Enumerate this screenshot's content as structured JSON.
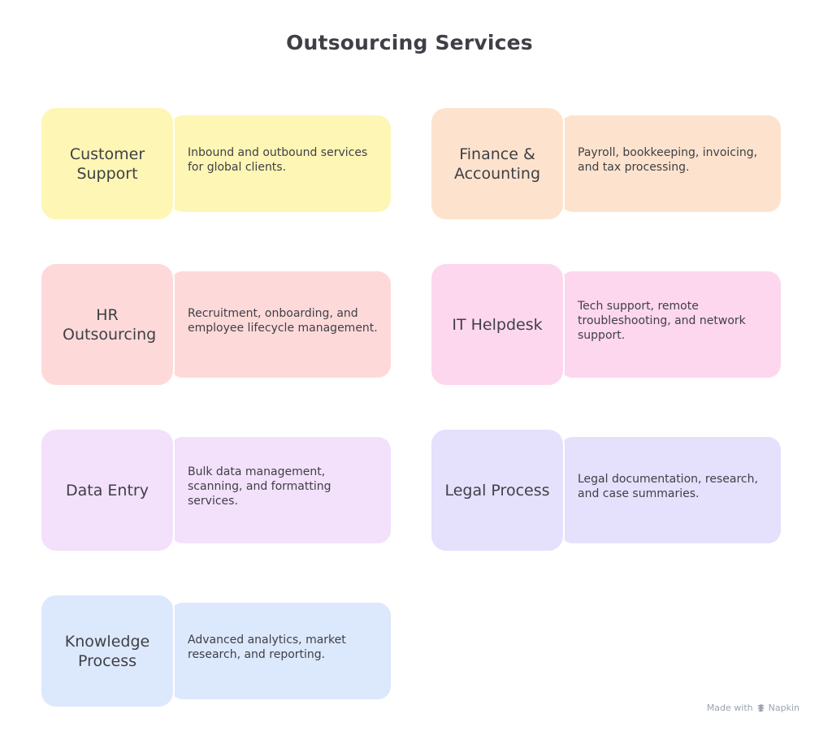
{
  "title": "Outsourcing Services",
  "services": [
    {
      "name": "Customer Support",
      "description": "Inbound and outbound services for global clients.",
      "color": "#fef6b5"
    },
    {
      "name": "Finance & Accounting",
      "description": "Payroll, bookkeeping, invoicing, and tax processing.",
      "color": "#fde3cd"
    },
    {
      "name": "HR Outsourcing",
      "description": "Recruitment, onboarding, and employee lifecycle management.",
      "color": "#fddad9"
    },
    {
      "name": "IT Helpdesk",
      "description": "Tech support, remote troubleshooting, and network support.",
      "color": "#fdd7ee"
    },
    {
      "name": "Data Entry",
      "description": "Bulk data management, scanning, and formatting services.",
      "color": "#f3e0fb"
    },
    {
      "name": "Legal Process",
      "description": "Legal documentation, research, and case summaries.",
      "color": "#e5e0fc"
    },
    {
      "name": "Knowledge Process",
      "description": "Advanced analytics, market research, and reporting.",
      "color": "#dce8fc"
    }
  ],
  "footer": {
    "text": "Made with",
    "brand": "Napkin",
    "icon": "napkin-logo-icon"
  }
}
